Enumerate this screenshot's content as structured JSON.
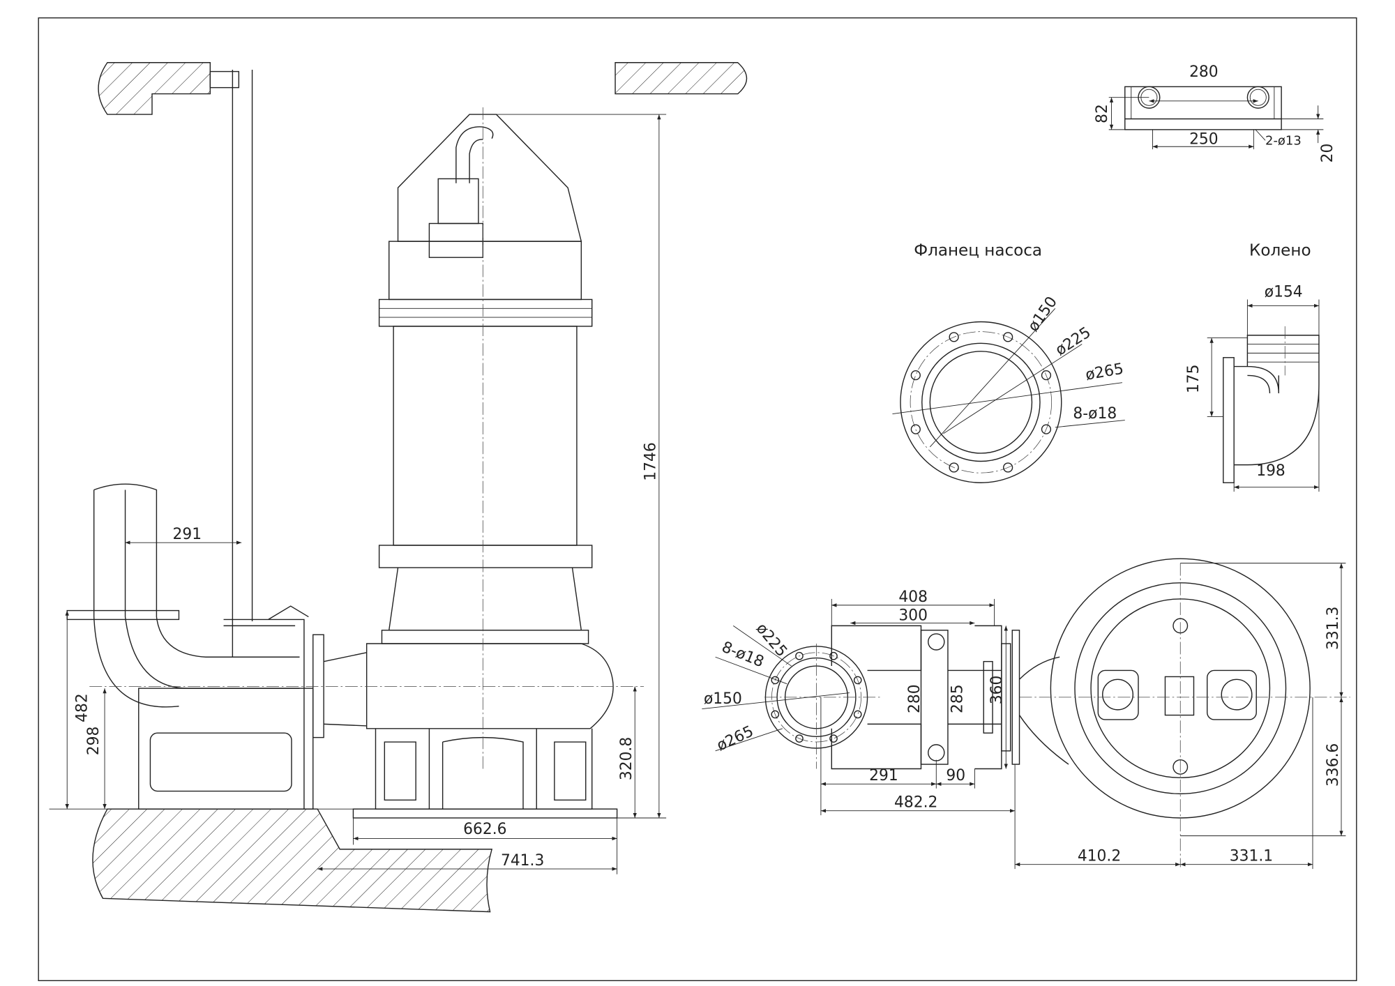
{
  "titles": {
    "pump_flange": "Фланец насоса",
    "elbow": "Колено"
  },
  "side_view": {
    "pipe_offset": "291",
    "discharge_height": "482",
    "outlet_center_height": "298",
    "overall_height": "1746",
    "inlet_height": "320.8",
    "base_width": "662.6",
    "overall_width": "741.3"
  },
  "pump_flange": {
    "d_bore": "ø150",
    "d_bolt_circle": "ø225",
    "d_outer": "ø265",
    "holes": "8-ø18"
  },
  "elbow": {
    "d_pipe": "ø154",
    "height": "175",
    "width": "198"
  },
  "bracket": {
    "hole_spacing": "280",
    "height": "82",
    "base_spacing": "250",
    "base_holes": "2-ø13",
    "thickness": "20"
  },
  "top_view": {
    "width_408": "408",
    "width_300": "300",
    "d_225": "ø225",
    "holes": "8-ø18",
    "d_150": "ø150",
    "d_265": "ø265",
    "h_280": "280",
    "h_285": "285",
    "h_360": "360",
    "l_291": "291",
    "l_90": "90",
    "l_482": "482.2",
    "r_331_3": "331.3",
    "r_336_6": "336.6",
    "l_410_2": "410.2",
    "l_331_1": "331.1"
  }
}
